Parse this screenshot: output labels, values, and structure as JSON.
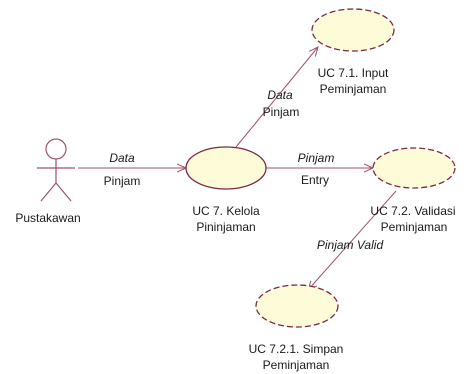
{
  "actor": {
    "label": "Pustakawan"
  },
  "use_cases": {
    "uc7": {
      "line1": "UC 7. Kelola",
      "line2": "Pininjaman"
    },
    "uc71": {
      "line1": "UC 7.1. Input",
      "line2": "Peminjaman"
    },
    "uc72": {
      "line1": "UC 7.2. Validasi",
      "line2": "Peminjaman"
    },
    "uc721": {
      "line1": "UC 7.2.1. Simpan",
      "line2": "Peminjaman"
    }
  },
  "flows": {
    "actor_to_uc7": {
      "line1": "Data",
      "line2": "Pinjam"
    },
    "uc7_to_uc71": {
      "line1": "Data",
      "line2": "Pinjam"
    },
    "uc7_to_uc72": {
      "line1": "Pinjam",
      "line2": "Entry"
    },
    "uc72_to_uc721": {
      "line1": "Pinjam Valid"
    }
  },
  "colors": {
    "line": "#a0506a",
    "ellipse_fill": "#fdfbd8",
    "ellipse_stroke": "#7a2a45"
  }
}
